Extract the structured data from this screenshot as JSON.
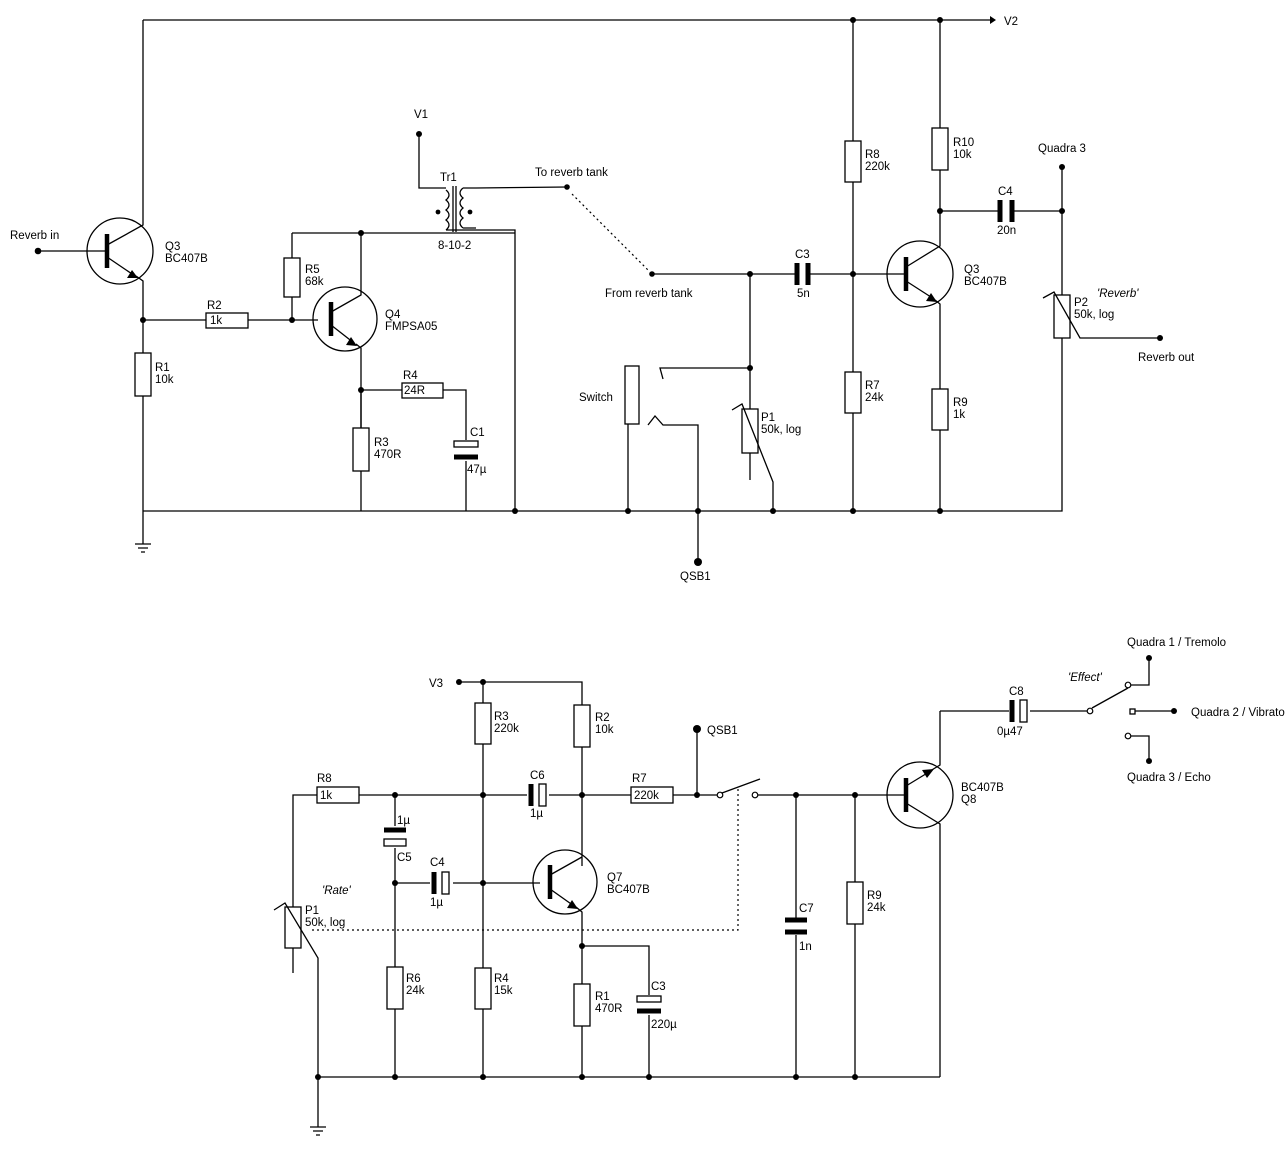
{
  "top": {
    "labels": {
      "reverb_in": "Reverb in",
      "q3_ref": "Q3",
      "q3_type": "BC407B",
      "r1_ref": "R1",
      "r1_val": "10k",
      "r2_ref": "R2",
      "r2_val": "1k",
      "r5_ref": "R5",
      "r5_val": "68k",
      "q4_ref": "Q4",
      "q4_type": "FMPSA05",
      "r4_ref": "R4",
      "r4_val": "24R",
      "r3_ref": "R3",
      "r3_val": "470R",
      "c1_ref": "C1",
      "c1_val": "47µ",
      "v1": "V1",
      "tr1_ref": "Tr1",
      "tr1_val": "8-10-2",
      "to_tank": "To reverb tank",
      "from_tank": "From reverb tank",
      "switch": "Switch",
      "qsb1": "QSB1",
      "p1_ref": "P1",
      "p1_val": "50k, log",
      "c3_ref": "C3",
      "c3_val": "5n",
      "r8_ref": "R8",
      "r8_val": "220k",
      "r7_ref": "R7",
      "r7_val": "24k",
      "q3b_ref": "Q3",
      "q3b_type": "BC407B",
      "r10_ref": "R10",
      "r10_val": "10k",
      "r9_ref": "R9",
      "r9_val": "1k",
      "c4_ref": "C4",
      "c4_val": "20n",
      "quadra3": "Quadra 3",
      "p2_ref": "P2",
      "p2_val": "50k, log",
      "p2_name": "'Reverb'",
      "reverb_out": "Reverb out",
      "v2": "V2"
    }
  },
  "bottom": {
    "labels": {
      "v3": "V3",
      "r3_ref": "R3",
      "r3_val": "220k",
      "r2_ref": "R2",
      "r2_val": "10k",
      "qsb1": "QSB1",
      "r8_ref": "R8",
      "r8_val": "1k",
      "c6_ref": "C6",
      "c6_val": "1µ",
      "r7_ref": "R7",
      "r7_val": "220k",
      "c5_val": "1µ",
      "c5_ref": "C5",
      "c4_ref": "C4",
      "c4_val": "1µ",
      "q7_ref": "Q7",
      "q7_type": "BC407B",
      "rate": "'Rate'",
      "p1_ref": "P1",
      "p1_val": "50k, log",
      "r6_ref": "R6",
      "r6_val": "24k",
      "r4_ref": "R4",
      "r4_val": "15k",
      "r1_ref": "R1",
      "r1_val": "470R",
      "c3_ref": "C3",
      "c3_val": "220µ",
      "c7_ref": "C7",
      "c7_val": "1n",
      "r9_ref": "R9",
      "r9_val": "24k",
      "q8_type": "BC407B",
      "q8_ref": "Q8",
      "c8_ref": "C8",
      "c8_val": "0µ47",
      "effect": "'Effect'",
      "quadra1": "Quadra 1 / Tremolo",
      "quadra2": "Quadra 2 / Vibrato",
      "quadra3": "Quadra 3 / Echo"
    }
  }
}
